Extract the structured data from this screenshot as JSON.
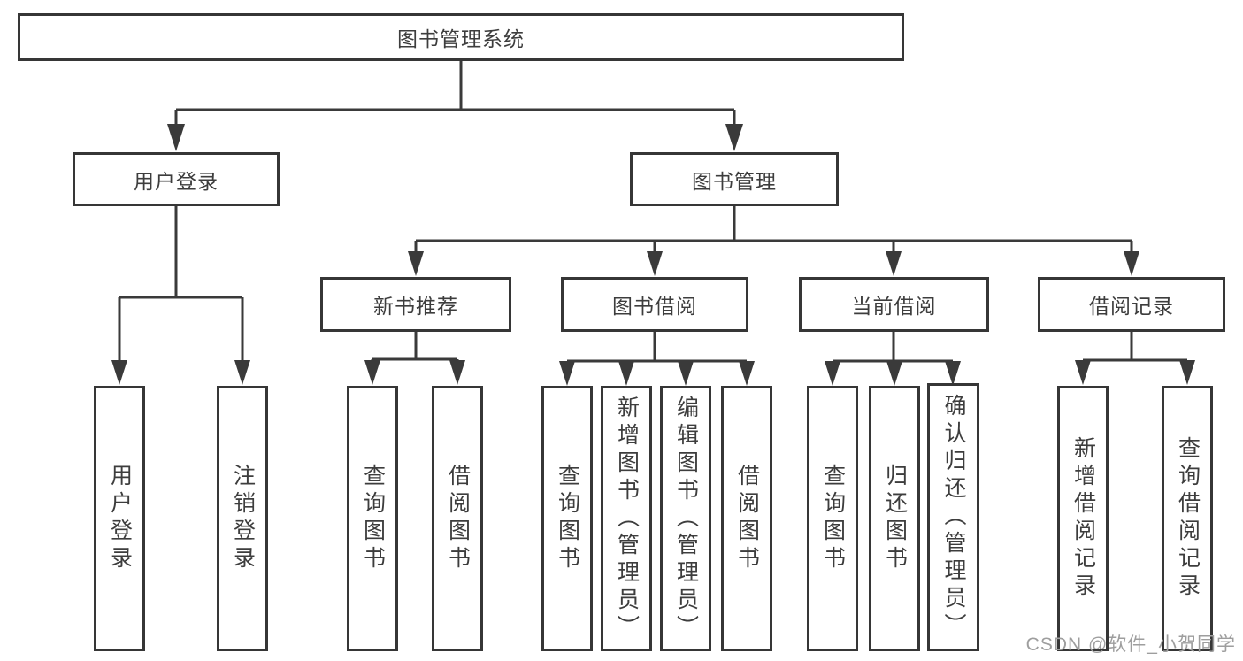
{
  "colors": {
    "line": "#3a3a3a",
    "box_border": "#363636",
    "text": "#3d3d3d",
    "watermark": "#9e9e9e",
    "background": "#ffffff"
  },
  "watermark": {
    "text": "CSDN @软件_小贺同学"
  },
  "tree": {
    "root": {
      "label": "图书管理系统"
    },
    "branches": [
      {
        "label": "用户登录",
        "children": [
          {
            "label": "用户登录"
          },
          {
            "label": "注销登录"
          }
        ]
      },
      {
        "label": "图书管理",
        "children": [
          {
            "label": "新书推荐",
            "children": [
              {
                "label": "查询图书"
              },
              {
                "label": "借阅图书"
              }
            ]
          },
          {
            "label": "图书借阅",
            "children": [
              {
                "label": "查询图书"
              },
              {
                "label": "新增图书（管理员）"
              },
              {
                "label": "编辑图书（管理员）"
              },
              {
                "label": "借阅图书"
              }
            ]
          },
          {
            "label": "当前借阅",
            "children": [
              {
                "label": "查询图书"
              },
              {
                "label": "归还图书"
              },
              {
                "label": "确认归还（管理员）"
              }
            ]
          },
          {
            "label": "借阅记录",
            "children": [
              {
                "label": "新增借阅记录"
              },
              {
                "label": "查询借阅记录"
              }
            ]
          }
        ]
      }
    ]
  }
}
